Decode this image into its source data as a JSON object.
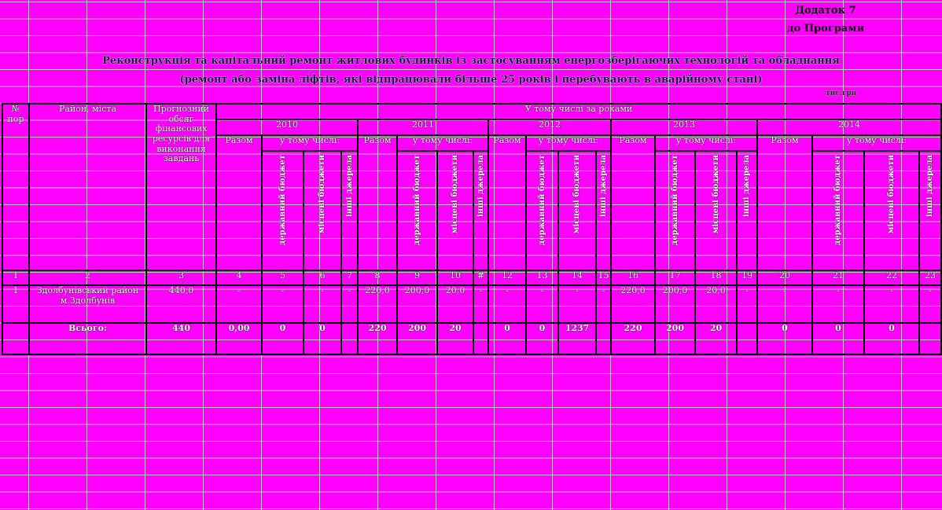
{
  "annex": {
    "line1": "Додаток 7",
    "line2": "до Програми"
  },
  "title": {
    "line1": "Реконструкція та капітальний ремонт житлових будинків із застосуванням енергозберігаючих технологій та обладнання",
    "line2": "(ремонт або заміна ліфтів, які відпрацювали більше 25 років і перебувають в аварійному стані)"
  },
  "units": "тис.грн",
  "headers": {
    "num": "№ пор",
    "district": "Район, міста",
    "volume": "Прогнозний обсяг фінансових ресурсів для виконання завдань",
    "by_years": "У тому числі за роками",
    "years": [
      "2010",
      "2011",
      "2012",
      "2013",
      "2014"
    ],
    "total": "Разом",
    "incl": "у тому числі:",
    "state": "державний бюджет",
    "local": "місцеві бюджети",
    "other": "інші джерела"
  },
  "col_numbers": [
    "1",
    "2",
    "3",
    "4",
    "5",
    "6",
    "7",
    "8",
    "9",
    "10",
    "#",
    "12",
    "13",
    "14",
    "15",
    "16",
    "17",
    "18",
    "19",
    "20",
    "21",
    "22",
    "23"
  ],
  "data_row": {
    "num": "1",
    "district": "Здолбунівський район м.Здолбунів",
    "cells": [
      "440,0",
      "-",
      "-",
      "-",
      "-",
      "220,0",
      "200,0",
      "20,0",
      "-",
      "-",
      "-",
      "-",
      "-",
      "220,0",
      "200,0",
      "20,0",
      "-",
      "-",
      "-",
      "-",
      "-"
    ]
  },
  "total_row": {
    "label": "Всього:",
    "cells": [
      "440",
      "0,00",
      "0",
      "0",
      "",
      "220",
      "200",
      "20",
      "",
      "0",
      "0",
      "1237",
      "",
      "220",
      "200",
      "20",
      "",
      "0",
      "0",
      "0",
      ""
    ]
  }
}
